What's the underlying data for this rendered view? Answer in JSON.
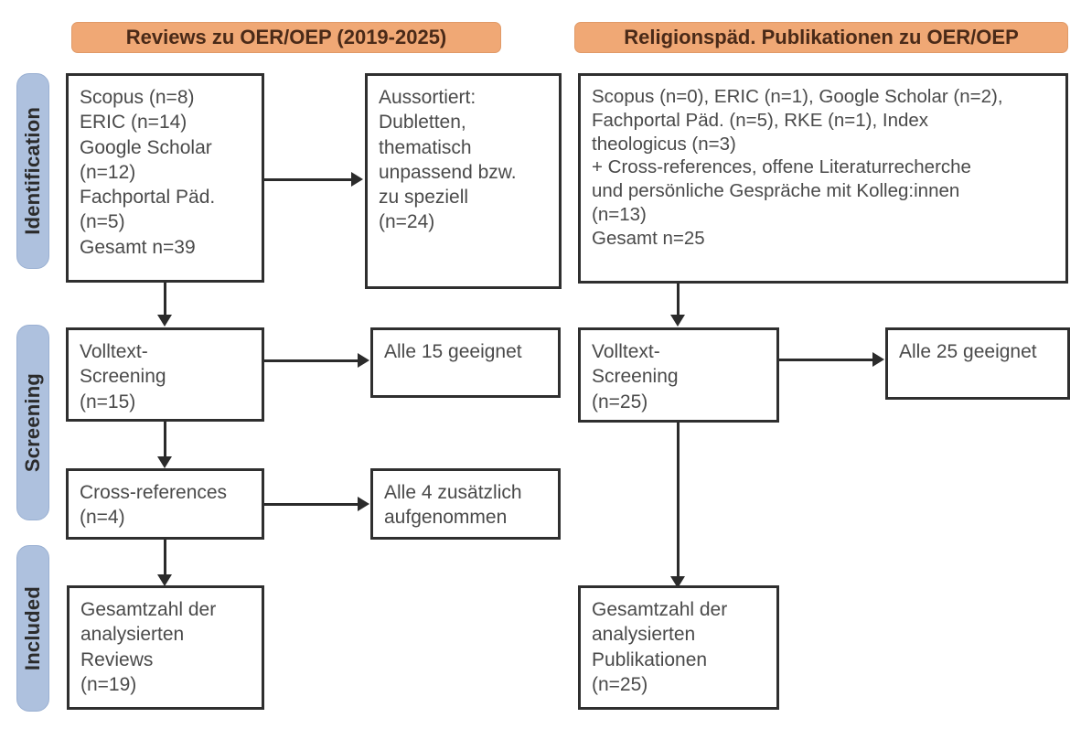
{
  "figure": {
    "type": "prisma-flow-diagram",
    "columns": [
      {
        "id": "reviews",
        "header": "Reviews zu OER/OEP (2019-2025)"
      },
      {
        "id": "religionspaed",
        "header": "Religionspäd. Publikationen zu OER/OEP"
      }
    ],
    "stages": [
      {
        "id": "identification",
        "label": "Identification"
      },
      {
        "id": "screening",
        "label": "Screening"
      },
      {
        "id": "included",
        "label": "Included"
      }
    ]
  },
  "colors": {
    "header_orange": "#f0a875",
    "stage_blue": "#aec1de",
    "box_border": "#2f2f2f",
    "text_gray": "#4a4a4a"
  },
  "left": {
    "identification_sources": "Scopus (n=8)\nERIC (n=14)\nGoogle Scholar\n(n=12)\nFachportal Päd.\n(n=5)\nGesamt n=39",
    "excluded": "Aussortiert:\nDubletten,\nthematisch\nunpassend bzw.\nzu speziell\n(n=24)",
    "fulltext_screening": "Volltext-\nScreening\n(n=15)",
    "fulltext_result": "Alle 15 geeignet",
    "cross_references": "Cross-references\n(n=4)",
    "cross_references_result": "Alle 4 zusätzlich\naufgenommen",
    "included_total": "Gesamtzahl der\nanalysierten\nReviews\n(n=19)"
  },
  "right": {
    "identification_sources": "Scopus (n=0), ERIC (n=1), Google Scholar (n=2),\nFachportal Päd. (n=5), RKE (n=1), Index\ntheologicus (n=3)\n+ Cross-references, offene Literaturrecherche\nund persönliche Gespräche mit Kolleg:innen\n(n=13)\nGesamt n=25",
    "fulltext_screening": "Volltext-\nScreening\n(n=25)",
    "fulltext_result": "Alle 25 geeignet",
    "included_total": "Gesamtzahl der\nanalysierten\nPublikationen\n(n=25)"
  },
  "chart_data": {
    "type": "table",
    "title": "PRISMA Flow Diagram — OER/OEP Literature Review",
    "columns": [
      "Reviews zu OER/OEP (2019-2025)",
      "Religionspäd. Publikationen zu OER/OEP"
    ],
    "rows": [
      {
        "stage": "Identification",
        "reviews": {
          "sources": [
            {
              "name": "Scopus",
              "n": 8
            },
            {
              "name": "ERIC",
              "n": 14
            },
            {
              "name": "Google Scholar",
              "n": 12
            },
            {
              "name": "Fachportal Päd.",
              "n": 5
            }
          ],
          "total": 39,
          "excluded": {
            "reason": "Dubletten, thematisch unpassend bzw. zu speziell",
            "n": 24
          }
        },
        "publications": {
          "sources": [
            {
              "name": "Scopus",
              "n": 0
            },
            {
              "name": "ERIC",
              "n": 1
            },
            {
              "name": "Google Scholar",
              "n": 2
            },
            {
              "name": "Fachportal Päd.",
              "n": 5
            },
            {
              "name": "RKE",
              "n": 1
            },
            {
              "name": "Index theologicus",
              "n": 3
            },
            {
              "name": "Cross-references, offene Literaturrecherche und persönliche Gespräche mit Kolleg:innen",
              "n": 13
            }
          ],
          "total": 25
        }
      },
      {
        "stage": "Screening",
        "reviews": {
          "fulltext_screening_n": 15,
          "fulltext_eligible_n": 15,
          "cross_references_n": 4,
          "cross_references_added_n": 4
        },
        "publications": {
          "fulltext_screening_n": 25,
          "fulltext_eligible_n": 25
        }
      },
      {
        "stage": "Included",
        "reviews": {
          "analysed_reviews_n": 19
        },
        "publications": {
          "analysed_publications_n": 25
        }
      }
    ]
  }
}
